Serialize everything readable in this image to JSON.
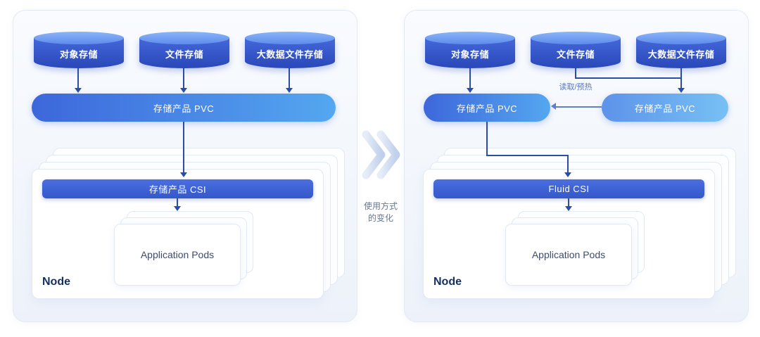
{
  "left_panel": {
    "cylinders": [
      {
        "label": "对象存储"
      },
      {
        "label": "文件存储"
      },
      {
        "label": "大数据文件存储"
      }
    ],
    "pvc_label": "存储产品 PVC",
    "csi_label": "存储产品 CSI",
    "pods_label": "Application Pods",
    "node_label": "Node"
  },
  "transition": {
    "caption_line1": "使用方式",
    "caption_line2": "的变化"
  },
  "right_panel": {
    "cylinders": [
      {
        "label": "对象存储"
      },
      {
        "label": "文件存储"
      },
      {
        "label": "大数据文件存储"
      }
    ],
    "pvc_left_label": "存储产品 PVC",
    "pvc_right_label": "存储产品 PVC",
    "read_preheat_label": "读取/预热",
    "csi_label": "Fluid CSI",
    "pods_label": "Application Pods",
    "node_label": "Node"
  },
  "colors": {
    "cylinder_body": "#3a5fd0",
    "cylinder_top": "#7babf4",
    "pvc_gradient_start": "#3d67db",
    "pvc_gradient_end": "#54a7f0",
    "pvc_light_start": "#5d93ea",
    "pvc_light_end": "#77c0f4",
    "csi_bar": "#3f63d6",
    "arrow": "#2a4da8",
    "node_text": "#14305f",
    "panel_background": "#f0f5fc"
  }
}
